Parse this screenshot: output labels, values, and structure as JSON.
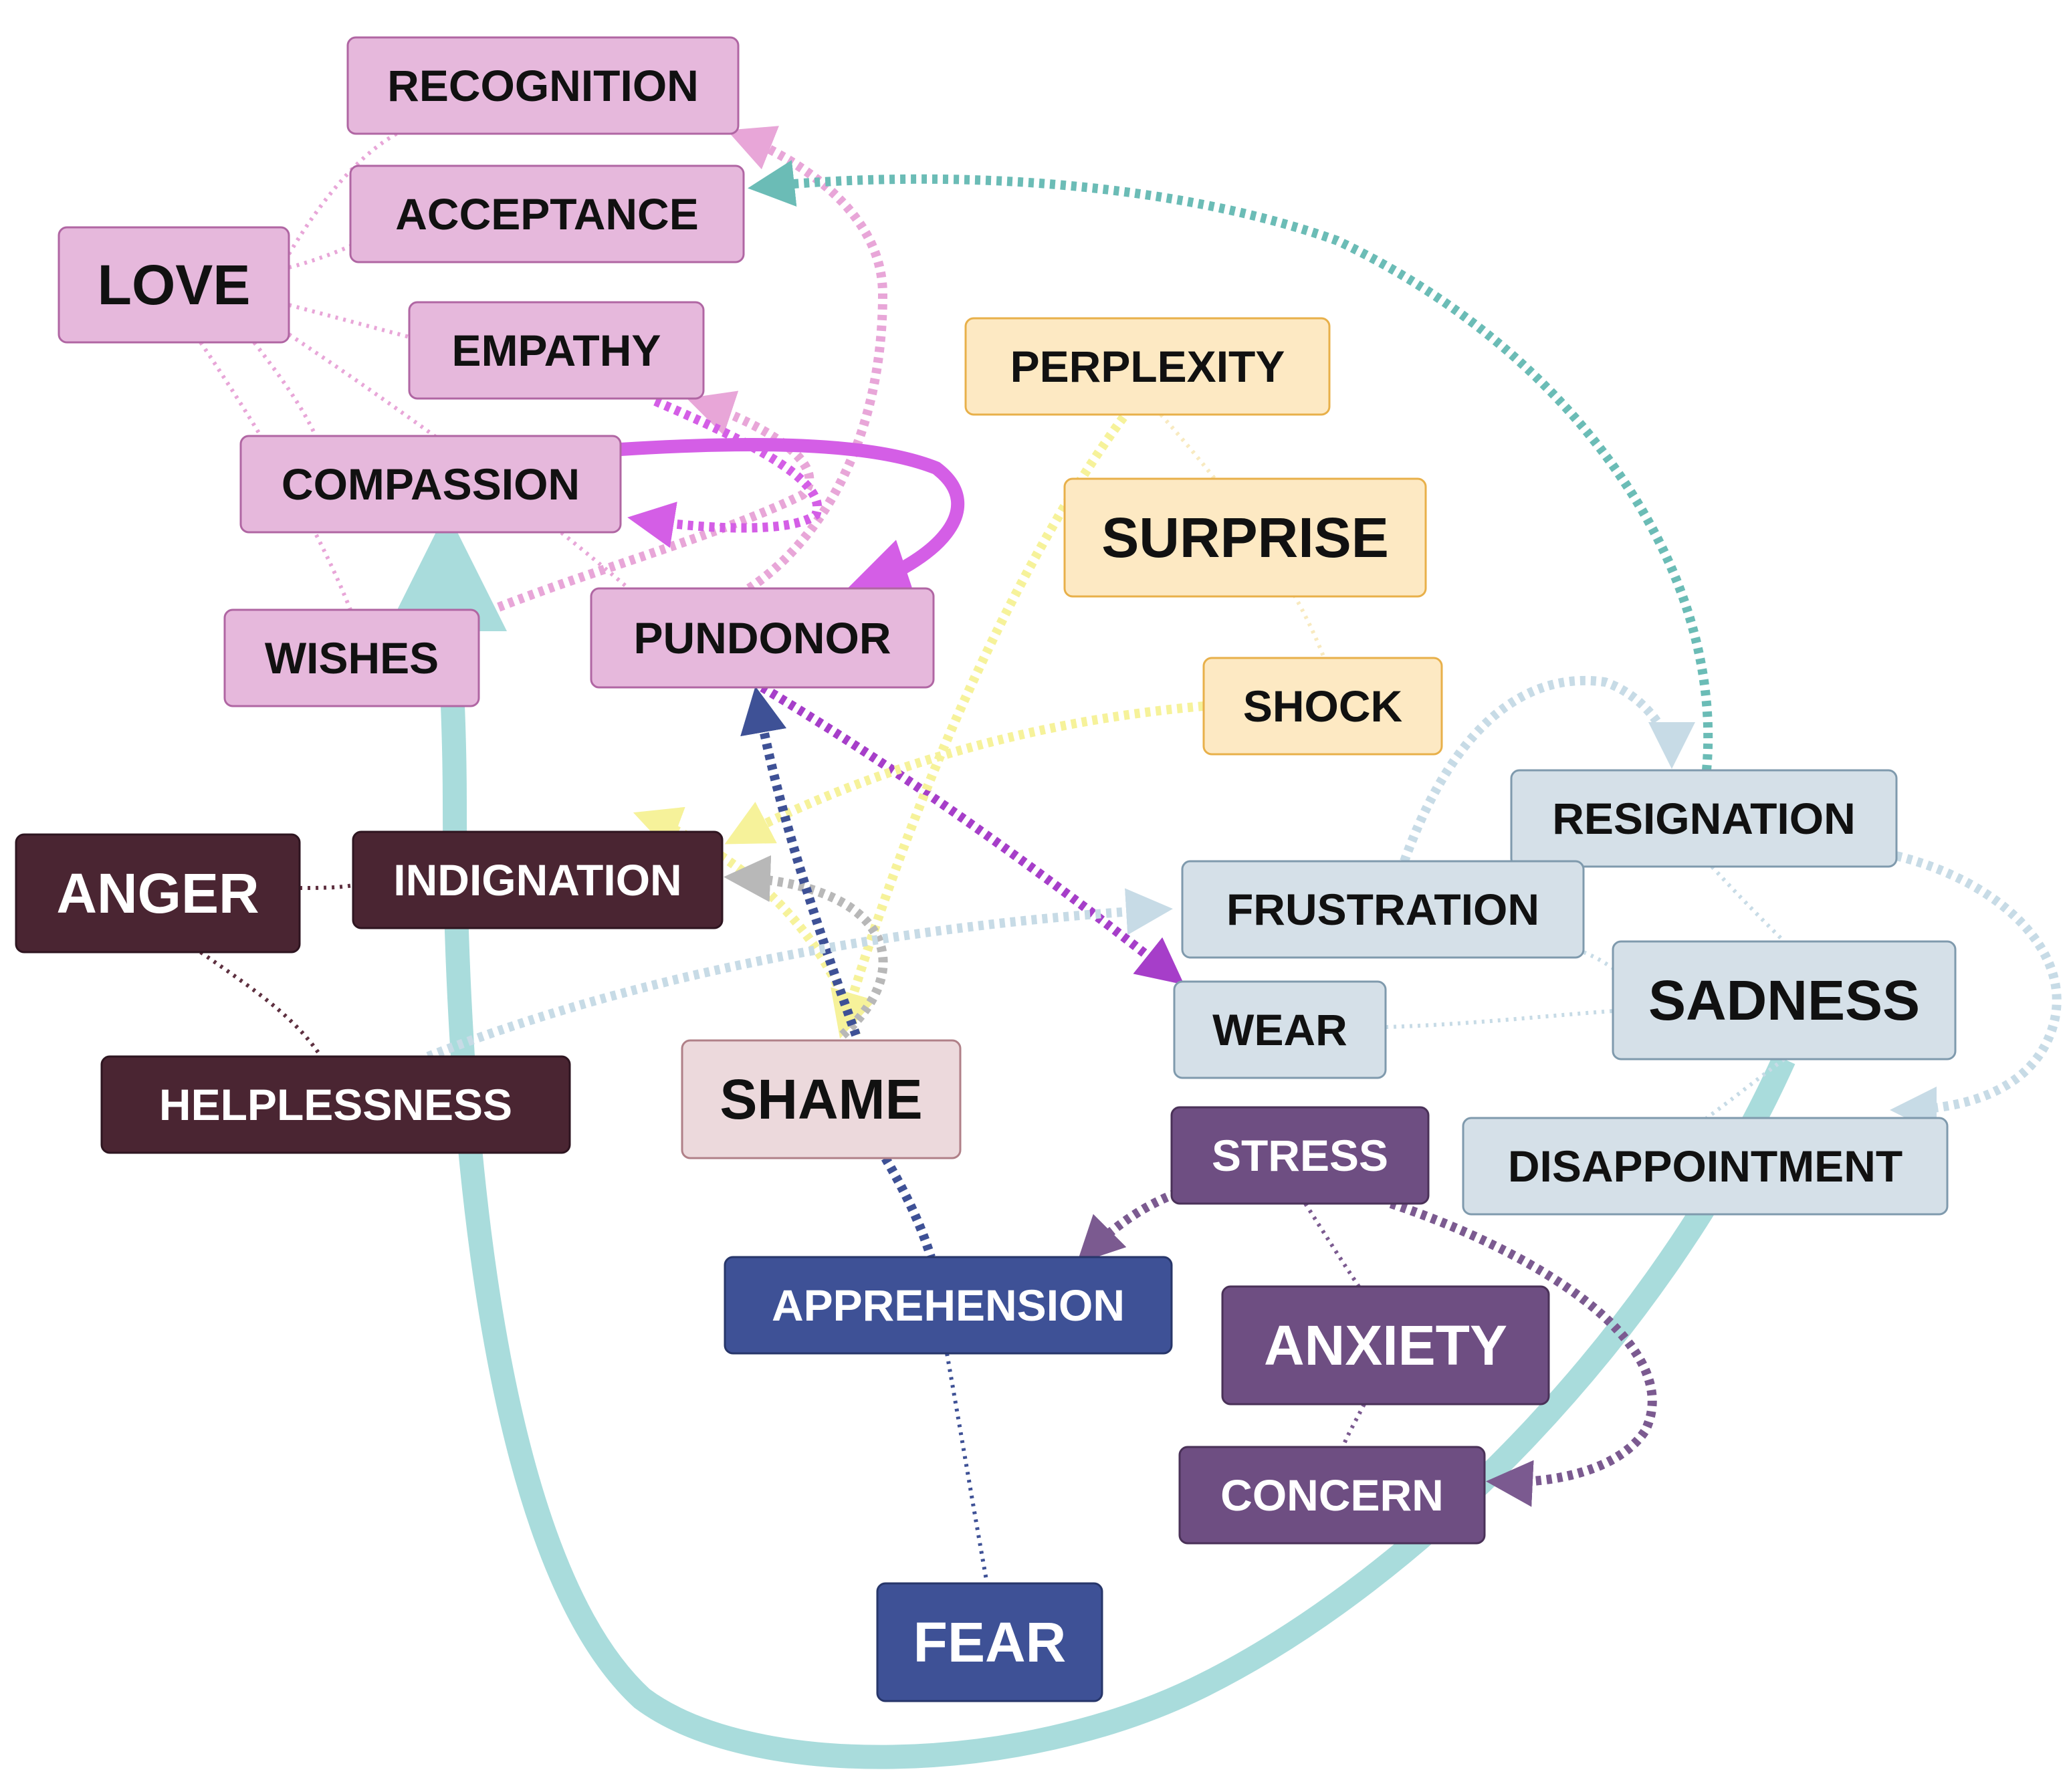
{
  "palette": {
    "love": {
      "fill": "#e6b8dc",
      "stroke": "#b066a3",
      "text": "#111111"
    },
    "surprise": {
      "fill": "#fde9c3",
      "stroke": "#e8b04a",
      "text": "#111111"
    },
    "anger": {
      "fill": "#4a2532",
      "stroke": "#2e1520",
      "text": "#ffffff"
    },
    "sadness": {
      "fill": "#d5e0e8",
      "stroke": "#7f9aad",
      "text": "#111111"
    },
    "shame": {
      "fill": "#ecd9dc",
      "stroke": "#b08088",
      "text": "#111111"
    },
    "anxiety": {
      "fill": "#6e4e82",
      "stroke": "#4a3158",
      "text": "#ffffff"
    },
    "fear": {
      "fill": "#3e5196",
      "stroke": "#27366a",
      "text": "#ffffff"
    }
  },
  "edge_colors": {
    "pink_light": "#e8a6d8",
    "magenta": "#d45ee6",
    "purple": "#a63ec9",
    "teal": "#6bbcb6",
    "teal_light": "#a9dcdc",
    "yellow": "#f6f29a",
    "yellow_pale": "#f8eac0",
    "gray": "#b8b8b8",
    "blue_light": "#c7dbe6",
    "navy": "#3e5196",
    "maroon": "#5e3040",
    "violet": "#7b5a90"
  },
  "nodes": [
    {
      "id": "recognition",
      "label": "RECOGNITION",
      "group": "love",
      "font": "bold"
    },
    {
      "id": "acceptance",
      "label": "ACCEPTANCE",
      "group": "love"
    },
    {
      "id": "love",
      "label": "LOVE",
      "group": "love"
    },
    {
      "id": "empathy",
      "label": "EMPATHY",
      "group": "love"
    },
    {
      "id": "compassion",
      "label": "COMPASSION",
      "group": "love"
    },
    {
      "id": "wishes",
      "label": "WISHES",
      "group": "love"
    },
    {
      "id": "pundonor",
      "label": "PUNDONOR",
      "group": "love"
    },
    {
      "id": "perplexity",
      "label": "PERPLEXITY",
      "group": "surprise"
    },
    {
      "id": "surprise",
      "label": "SURPRISE",
      "group": "surprise"
    },
    {
      "id": "shock",
      "label": "SHOCK",
      "group": "surprise"
    },
    {
      "id": "anger",
      "label": "ANGER",
      "group": "anger"
    },
    {
      "id": "indignation",
      "label": "INDIGNATION",
      "group": "anger"
    },
    {
      "id": "helplessness",
      "label": "HELPLESSNESS",
      "group": "anger"
    },
    {
      "id": "resignation",
      "label": "RESIGNATION",
      "group": "sadness"
    },
    {
      "id": "frustration",
      "label": "FRUSTRATION",
      "group": "sadness"
    },
    {
      "id": "wear",
      "label": "WEAR",
      "group": "sadness"
    },
    {
      "id": "sadness",
      "label": "SADNESS",
      "group": "sadness"
    },
    {
      "id": "disappointment",
      "label": "DISAPPOINTMENT",
      "group": "sadness"
    },
    {
      "id": "shame",
      "label": "SHAME",
      "group": "shame"
    },
    {
      "id": "stress",
      "label": "STRESS",
      "group": "anxiety"
    },
    {
      "id": "anxiety",
      "label": "ANXIETY",
      "group": "anxiety"
    },
    {
      "id": "concern",
      "label": "CONCERN",
      "group": "anxiety"
    },
    {
      "id": "apprehension",
      "label": "APPREHENSION",
      "group": "fear"
    },
    {
      "id": "fear",
      "label": "FEAR",
      "group": "fear"
    }
  ],
  "edges": [
    {
      "id": "love-recognition",
      "from": "love",
      "to": "recognition",
      "color": "pink_light",
      "style": "dotted"
    },
    {
      "id": "love-acceptance",
      "from": "love",
      "to": "acceptance",
      "color": "pink_light",
      "style": "dotted"
    },
    {
      "id": "love-empathy",
      "from": "love",
      "to": "empathy",
      "color": "pink_light",
      "style": "dotted"
    },
    {
      "id": "love-compassion",
      "from": "love",
      "to": "compassion",
      "color": "pink_light",
      "style": "dotted"
    },
    {
      "id": "love-wishes",
      "from": "love",
      "to": "wishes",
      "color": "pink_light",
      "style": "dotted"
    },
    {
      "id": "love-pundonor",
      "from": "love",
      "to": "pundonor",
      "color": "pink_light",
      "style": "dotted"
    },
    {
      "id": "pundonor-recognition",
      "from": "pundonor",
      "to": "recognition",
      "color": "pink_light",
      "style": "dashed",
      "arrow": true
    },
    {
      "id": "wishes-empathy",
      "from": "wishes",
      "to": "empathy",
      "color": "pink_light",
      "style": "dashed",
      "arrow": true
    },
    {
      "id": "compassion-loop",
      "from": "compassion",
      "to": "pundonor",
      "color": "magenta",
      "style": "solid",
      "arrow": true
    },
    {
      "id": "empathy-compassion",
      "from": "empathy",
      "to": "compassion",
      "color": "magenta",
      "style": "dashed",
      "arrow": true
    },
    {
      "id": "pundonor-wear",
      "from": "pundonor",
      "to": "wear",
      "color": "purple",
      "style": "dashed",
      "arrow": true
    },
    {
      "id": "resignation-acceptance",
      "from": "resignation",
      "to": "acceptance",
      "color": "teal",
      "style": "dashed",
      "arrow": true
    },
    {
      "id": "sadness-compassion",
      "from": "sadness",
      "to": "compassion",
      "color": "teal_light",
      "style": "thick",
      "arrow": true
    },
    {
      "id": "perplexity-shame",
      "from": "perplexity",
      "to": "shame",
      "color": "yellow",
      "style": "dashed",
      "arrow": true
    },
    {
      "id": "shame-indignation",
      "from": "shame",
      "to": "indignation",
      "color": "yellow",
      "style": "dashed",
      "arrow": true
    },
    {
      "id": "shock-indignation",
      "from": "shock",
      "to": "indignation",
      "color": "yellow",
      "style": "dashed",
      "arrow": true
    },
    {
      "id": "perplexity-surprise",
      "from": "perplexity",
      "to": "shock",
      "color": "yellow_pale",
      "style": "dotted"
    },
    {
      "id": "shame-indignation-gray",
      "from": "shame",
      "to": "indignation",
      "color": "gray",
      "style": "dashed",
      "arrow": true
    },
    {
      "id": "shame-pundonor",
      "from": "shame",
      "to": "pundonor",
      "color": "navy",
      "style": "dashed",
      "arrow": true
    },
    {
      "id": "anger-indignation",
      "from": "anger",
      "to": "indignation",
      "color": "maroon",
      "style": "dotted"
    },
    {
      "id": "anger-helplessness",
      "from": "anger",
      "to": "helplessness",
      "color": "maroon",
      "style": "dotted"
    },
    {
      "id": "helplessness-frustration",
      "from": "helplessness",
      "to": "frustration",
      "color": "blue_light",
      "style": "dashed",
      "arrow": true
    },
    {
      "id": "frustration-resignation",
      "from": "frustration",
      "to": "resignation",
      "color": "blue_light",
      "style": "dashed",
      "arrow": true
    },
    {
      "id": "resignation-disappointment",
      "from": "resignation",
      "to": "disappointment",
      "color": "blue_light",
      "style": "dashed",
      "arrow": true
    },
    {
      "id": "wear-sadness",
      "from": "wear",
      "to": "sadness",
      "color": "blue_light",
      "style": "dotted"
    },
    {
      "id": "frustration-sadness",
      "from": "frustration",
      "to": "sadness",
      "color": "blue_light",
      "style": "dotted"
    },
    {
      "id": "resignation-sadness",
      "from": "resignation",
      "to": "sadness",
      "color": "blue_light",
      "style": "dotted"
    },
    {
      "id": "sadness-disappointment",
      "from": "sadness",
      "to": "disappointment",
      "color": "blue_light",
      "style": "dotted"
    },
    {
      "id": "shame-apprehension",
      "from": "shame",
      "to": "apprehension",
      "color": "navy",
      "style": "dashed"
    },
    {
      "id": "apprehension-fear",
      "from": "apprehension",
      "to": "fear",
      "color": "navy",
      "style": "dotted"
    },
    {
      "id": "stress-apprehension",
      "from": "stress",
      "to": "apprehension",
      "color": "violet",
      "style": "dashed",
      "arrow": true
    },
    {
      "id": "stress-anxiety",
      "from": "stress",
      "to": "anxiety",
      "color": "violet",
      "style": "dotted"
    },
    {
      "id": "stress-concern",
      "from": "stress",
      "to": "concern",
      "color": "violet",
      "style": "dashed",
      "arrow": true
    },
    {
      "id": "anxiety-concern",
      "from": "anxiety",
      "to": "concern",
      "color": "violet",
      "style": "dotted"
    }
  ]
}
